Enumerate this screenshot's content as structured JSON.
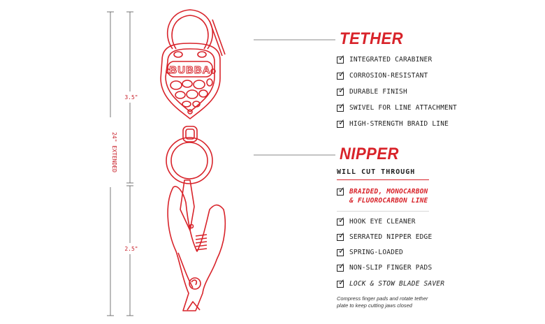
{
  "colors": {
    "accent": "#d8232a",
    "text": "#222222",
    "background": "#ffffff"
  },
  "dimensions": {
    "extended": "24\" EXTENDED",
    "top_length": "3.5\"",
    "bottom_length": "2.5\""
  },
  "product": {
    "logo_text": "BUBBA"
  },
  "tether": {
    "title": "TETHER",
    "features": [
      "INTEGRATED CARABINER",
      "CORROSION-RESISTANT",
      "DURABLE FINISH",
      "SWIVEL FOR LINE ATTACHMENT",
      "HIGH-STRENGTH BRAID LINE"
    ]
  },
  "nipper": {
    "title": "NIPPER",
    "subtitle": "WILL CUT THROUGH",
    "highlight_line1": "BRAIDED, MONOCARBON",
    "highlight_line2": "& FLUOROCARBON LINE",
    "features": [
      "HOOK EYE CLEANER",
      "SERRATED NIPPER EDGE",
      "SPRING-LOADED",
      "NON-SLIP FINGER PADS",
      "LOCK & STOW BLADE SAVER"
    ],
    "note_line1": "Compress finger pads and rotate tether",
    "note_line2": "plate to keep cutting jaws closed"
  },
  "check_glyph": "✓"
}
